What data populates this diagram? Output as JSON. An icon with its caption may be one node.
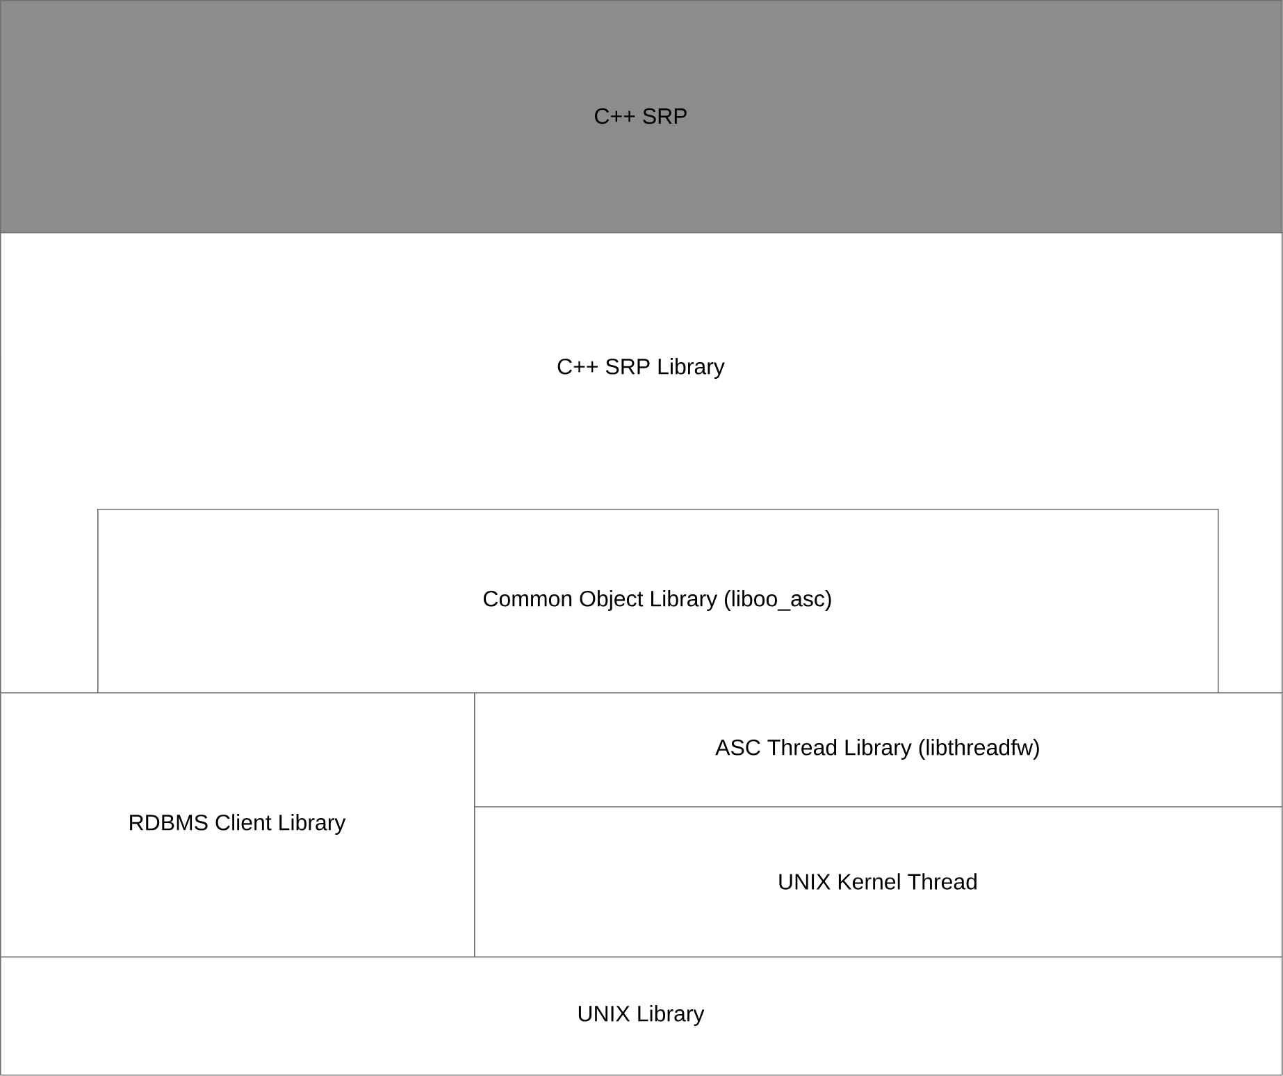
{
  "diagram": {
    "nodes": [
      {
        "text": [
          "C++ SRP"
        ]
      },
      {
        "text": [
          "C++ SRP Library"
        ]
      },
      {
        "text": [
          "Common Object Library (liboo_asc)"
        ],
        "in": 1
      },
      {
        "text": [
          "RDBMS Client Library"
        ]
      },
      {
        "text": [
          "ASC Thread Library (libthreadfw)"
        ]
      },
      {
        "text": [
          "UNIX Kernel Thread"
        ]
      },
      {
        "text": [
          "UNIX Library"
        ]
      }
    ]
  }
}
